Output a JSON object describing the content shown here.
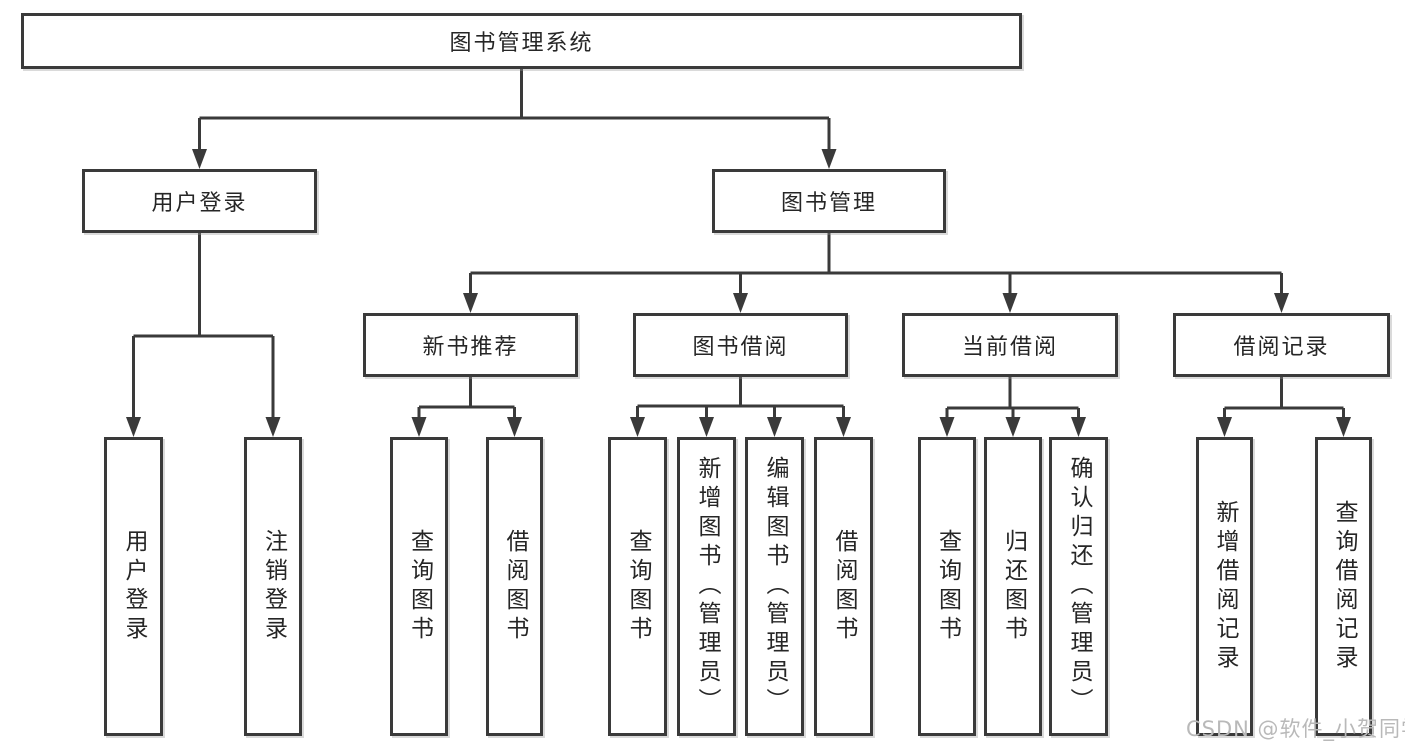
{
  "diagram_title": "图书管理系统",
  "tree": {
    "label": "图书管理系统",
    "children": [
      {
        "label": "用户登录",
        "children": [
          {
            "label": "用户登录"
          },
          {
            "label": "注销登录"
          }
        ]
      },
      {
        "label": "图书管理",
        "children": [
          {
            "label": "新书推荐",
            "children": [
              {
                "label": "查询图书"
              },
              {
                "label": "借阅图书"
              }
            ]
          },
          {
            "label": "图书借阅",
            "children": [
              {
                "label": "查询图书"
              },
              {
                "label": "新增图书（管理员）"
              },
              {
                "label": "编辑图书（管理员）"
              },
              {
                "label": "借阅图书"
              }
            ]
          },
          {
            "label": "当前借阅",
            "children": [
              {
                "label": "查询图书"
              },
              {
                "label": "归还图书"
              },
              {
                "label": "确认归还（管理员）"
              }
            ]
          },
          {
            "label": "借阅记录",
            "children": [
              {
                "label": "新增借阅记录"
              },
              {
                "label": "查询借阅记录"
              }
            ]
          }
        ]
      }
    ]
  },
  "watermark": {
    "text": "CSDN @软件_小贺同学"
  },
  "colors": {
    "line": "#3a3a3a",
    "box_border": "#3a3a3a",
    "text": "#262626",
    "watermark": "#b9b9b9",
    "background": "#ffffff"
  }
}
